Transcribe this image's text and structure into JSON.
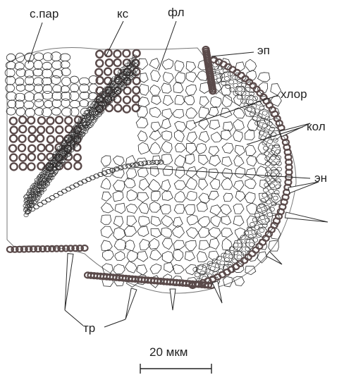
{
  "labels": {
    "spar": "с.пар",
    "ks": "кс",
    "fl": "фл",
    "ep": "эп",
    "hlor": "хлор",
    "kol": "кол",
    "en": "эн",
    "tr": "тр"
  },
  "scale_bar": {
    "label": "20 мкм"
  },
  "colors": {
    "ink": "#2b2b2b",
    "thick_wall": "#5a4a4a",
    "background": "#ffffff"
  }
}
